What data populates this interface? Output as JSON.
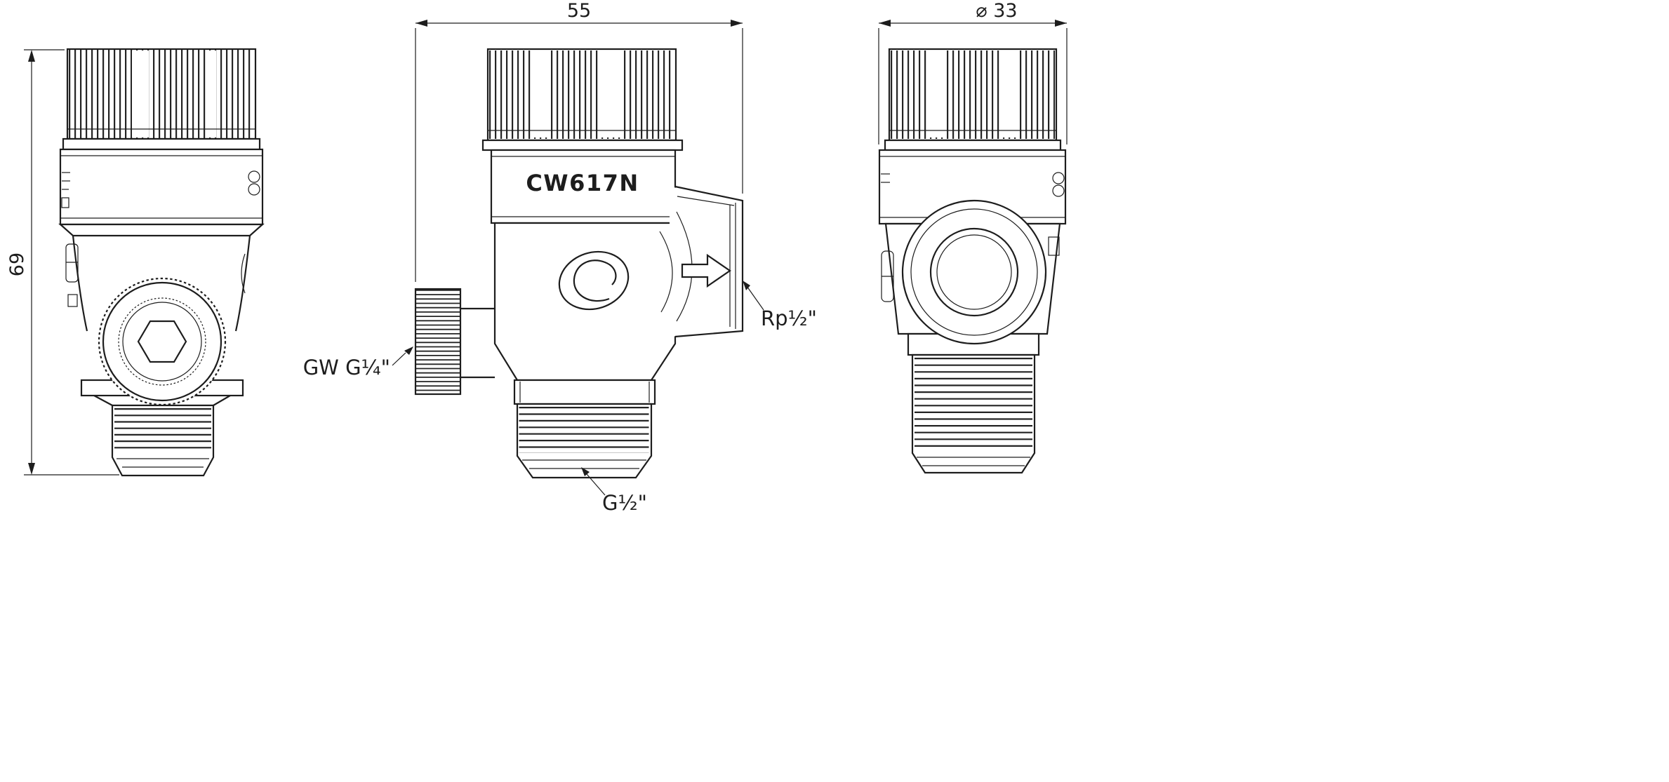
{
  "dimensions": {
    "height": "69",
    "width": "55",
    "diameter": "⌀ 33"
  },
  "labels": {
    "body_marking": "CW617N",
    "gauge_port": "GW G¼\"",
    "outlet_thread": "Rp½\"",
    "inlet_thread": "G½\""
  },
  "colors": {
    "line": "#1d1d1d",
    "background": "#ffffff"
  }
}
